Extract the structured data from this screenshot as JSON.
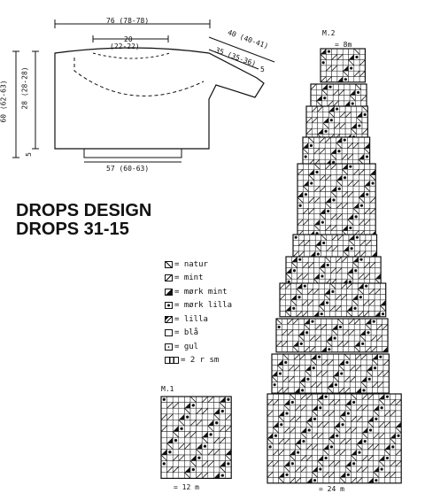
{
  "title": {
    "line1": "DROPS DESIGN",
    "line2": "DROPS 31-15"
  },
  "schematic": {
    "width_body": "76 (78-78)",
    "width_neck_top": "20",
    "width_neck_bottom": "(22-22)",
    "sleeve_top": "40 (40-41)",
    "sleeve_bottom": "35 (35-36)",
    "sleeve_cuff": "5",
    "height_total": "60 (62-63)",
    "height_yoke": "28 (28-28)",
    "height_rib": "5",
    "width_bottom": "57 (60-63)"
  },
  "legend": [
    {
      "symbol": "diag",
      "text": "= natur"
    },
    {
      "symbol": "diag-rev",
      "text": "= mint"
    },
    {
      "symbol": "half-black",
      "text": "= mørk mint"
    },
    {
      "symbol": "dot-big",
      "text": "= mørk lilla"
    },
    {
      "symbol": "half-diag",
      "text": "= lilla"
    },
    {
      "symbol": "empty",
      "text": "= blå"
    },
    {
      "symbol": "dot-small",
      "text": "= gul"
    },
    {
      "symbol": "bars",
      "text": "= 2 r sm"
    }
  ],
  "charts": {
    "m1_label": "M.1",
    "m1_bottom": "= 12 m",
    "m2_label": "M.2",
    "m2_top": "= 8m",
    "m2_bottom": "= 24 m"
  }
}
